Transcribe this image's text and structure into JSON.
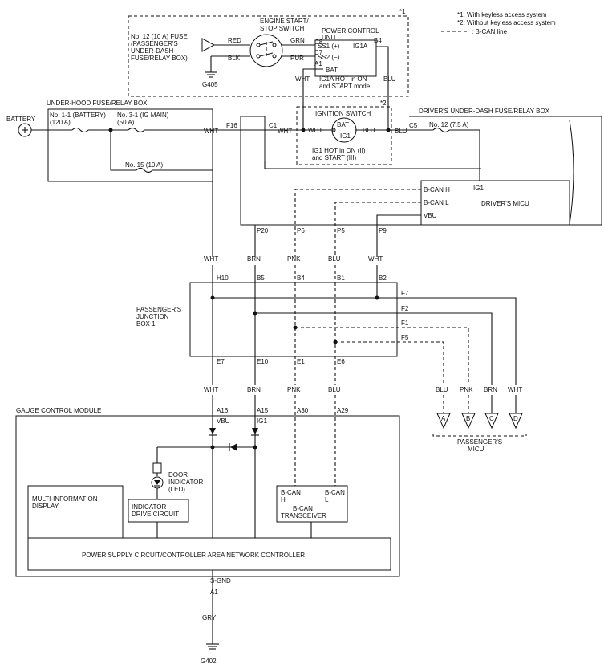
{
  "legend": {
    "note1": "*1: With keyless access system",
    "note2": "*2: Without keyless access system",
    "note3": ": B-CAN line"
  },
  "keyless": {
    "mark": "*1",
    "fuse": [
      "No. 12 (10 A) FUSE",
      "(PASSENGER'S",
      "UNDER-DASH",
      "FUSE/RELAY BOX)"
    ],
    "red": "RED",
    "blk": "BLK",
    "ground": "G405",
    "switch": [
      "ENGINE START/",
      "STOP SWITCH"
    ],
    "grn": "GRN",
    "pur": "PUR",
    "c8": "C8",
    "c7": "C7",
    "a1": "A1",
    "pcu": [
      "POWER CONTROL",
      "UNIT"
    ],
    "ss1": "SS1 (+)",
    "ig1a": "IG1A",
    "ss2": "SS2 (−)",
    "bat": "BAT",
    "b4": "B4",
    "wht": "WHT",
    "blu": "BLU",
    "note": [
      "IG1A HOT in ON",
      "and START mode"
    ]
  },
  "ignition": {
    "mark": "*2",
    "title": "IGNITION SWITCH",
    "bat": "BAT",
    "ig1": "IG1",
    "wht": "WHT",
    "blu": "BLU",
    "note": [
      "IG1 HOT in ON (II)",
      "and START (III)"
    ]
  },
  "battery": "BATTERY",
  "underhood": {
    "title": "UNDER-HOOD FUSE/RELAY BOX",
    "fuse1": [
      "No. 1-1 (BATTERY)",
      "(120 A)"
    ],
    "fuse2": [
      "No. 3-1 (IG MAIN)",
      "(50 A)"
    ],
    "fuse3": "No. 15 (10 A)",
    "wht": "WHT",
    "f16": "F16",
    "c1": "C1",
    "c1wht": "WHT"
  },
  "driverbox": {
    "title": "DRIVER'S UNDER-DASH FUSE/RELAY BOX",
    "c5": "C5",
    "blu": "BLU",
    "fuse": "No. 12 (7.5 A)"
  },
  "micu": {
    "canh": "B-CAN H",
    "canl": "B-CAN L",
    "vbu": "VBU",
    "ig1": "IG1",
    "title": "DRIVER'S MICU"
  },
  "pins": {
    "p20": "P20",
    "p6": "P6",
    "p5": "P5",
    "p9": "P9"
  },
  "colors": {
    "wht": "WHT",
    "brn": "BRN",
    "pnk": "PNK",
    "blu": "BLU",
    "gry": "GRY"
  },
  "junction": {
    "title": [
      "PASSENGER'S",
      "JUNCTION",
      "BOX 1"
    ],
    "h10": "H10",
    "b5": "B5",
    "b4": "B4",
    "b1": "B1",
    "b2": "B2",
    "f7": "F7",
    "f2": "F2",
    "f1": "F1",
    "f5": "F5",
    "e7": "E7",
    "e10": "E10",
    "e1": "E1",
    "e6": "E6"
  },
  "passenger_micu": {
    "title": [
      "PASSENGER'S",
      "MICU"
    ],
    "a": "A",
    "b": "B",
    "c": "C",
    "d": "D"
  },
  "gcm": {
    "title": "GAUGE CONTROL MODULE",
    "a16": "A16",
    "a15": "A15",
    "a30": "A30",
    "a29": "A29",
    "vbu": "VBU",
    "ig1": "IG1",
    "door": [
      "DOOR",
      "INDICATOR",
      "(LED)"
    ],
    "mid": [
      "MULTI-INFORMATION",
      "DISPLAY"
    ],
    "drive": [
      "INDICATOR",
      "DRIVE CIRCUIT"
    ],
    "transceiver": [
      "B-CAN",
      "TRANSCEIVER"
    ],
    "canh": [
      "B-CAN",
      "H"
    ],
    "canl": [
      "B-CAN",
      "L"
    ],
    "power": "POWER SUPPLY CIRCUIT/CONTROLLER AREA NETWORK CONTROLLER",
    "sgnd": "S-GND",
    "a1": "A1",
    "ground": "G402"
  }
}
